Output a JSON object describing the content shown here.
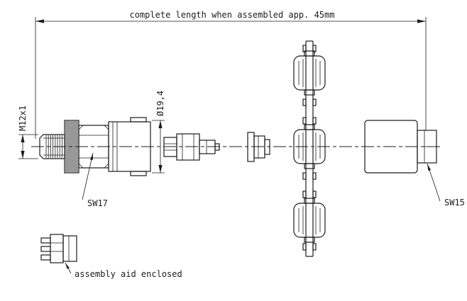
{
  "drawing": {
    "dimensions": {
      "overall": "complete length when assembled app. 45mm",
      "thread": "M12x1",
      "diameter": "Ø19,4"
    },
    "labels": {
      "wrench_front": "SW17",
      "wrench_rear": "SW15",
      "assembly_note": "assembly aid enclosed"
    },
    "colors": {
      "line": "#1c1c1c",
      "background": "#ffffff"
    }
  }
}
